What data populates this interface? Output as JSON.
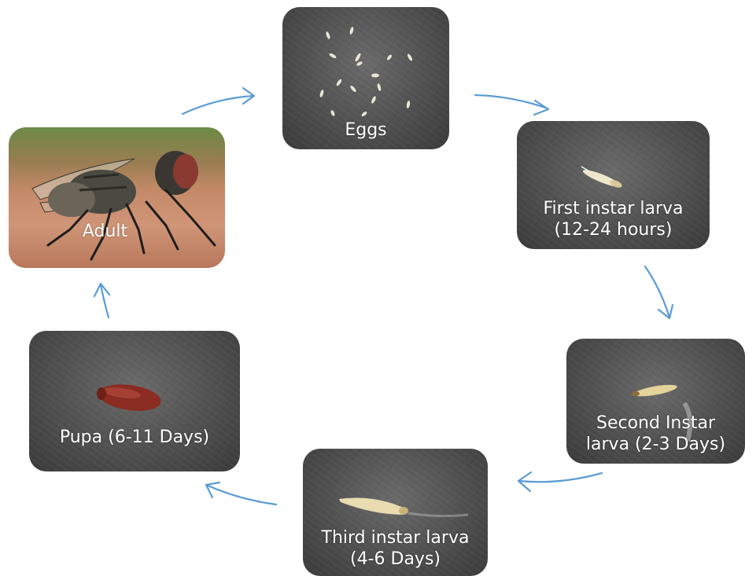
{
  "stages": {
    "eggs": {
      "label": "Eggs"
    },
    "first": {
      "label": "First instar larva\n(12-24 hours)"
    },
    "second": {
      "label": "Second Instar\nlarva (2-3 Days)"
    },
    "third": {
      "label": "Third instar larva\n(4-6 Days)"
    },
    "pupa": {
      "label": "Pupa (6-11 Days)"
    },
    "adult": {
      "label": "Adult"
    }
  },
  "colors": {
    "arrow": "#5b9bd5",
    "card_background": "#4f4f4f",
    "label_text": "#ffffff",
    "pupa_body": "#8b2c22",
    "larva_body": "#e8dcb0"
  },
  "icons": {
    "arrow": "curved-arrow-icon"
  }
}
